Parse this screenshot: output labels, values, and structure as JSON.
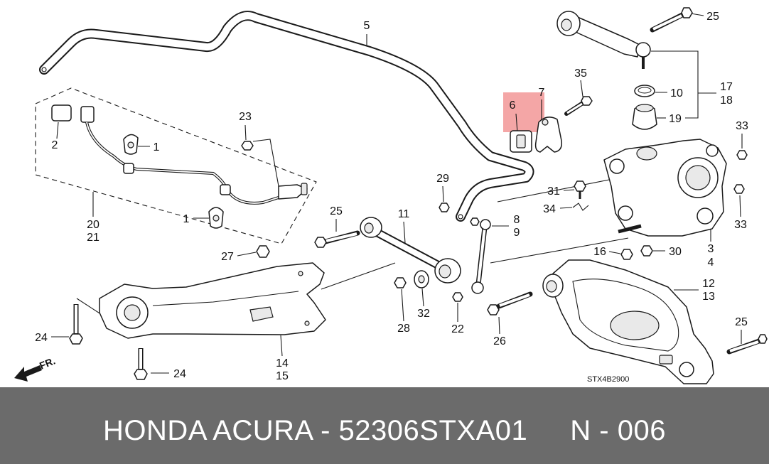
{
  "diagram": {
    "callouts": [
      "5",
      "25",
      "35",
      "7",
      "6",
      "17",
      "18",
      "10",
      "19",
      "33",
      "23",
      "2",
      "1",
      "20",
      "21",
      "1",
      "29",
      "31",
      "34",
      "25",
      "11",
      "8",
      "9",
      "33",
      "3",
      "4",
      "27",
      "16",
      "30",
      "12",
      "13",
      "32",
      "28",
      "22",
      "25",
      "24",
      "26",
      "14",
      "15",
      "24"
    ],
    "diagram_code": "STX4B2900",
    "front_indicator": "FR.",
    "highlighted_part": "6"
  },
  "footer": {
    "part_label": "HONDA ACURA - 52306STXA01",
    "page_ref": "N - 006"
  },
  "colors": {
    "highlight": "#f4a6a6",
    "banner": "#6b6b6b",
    "banner_text": "#ffffff"
  }
}
